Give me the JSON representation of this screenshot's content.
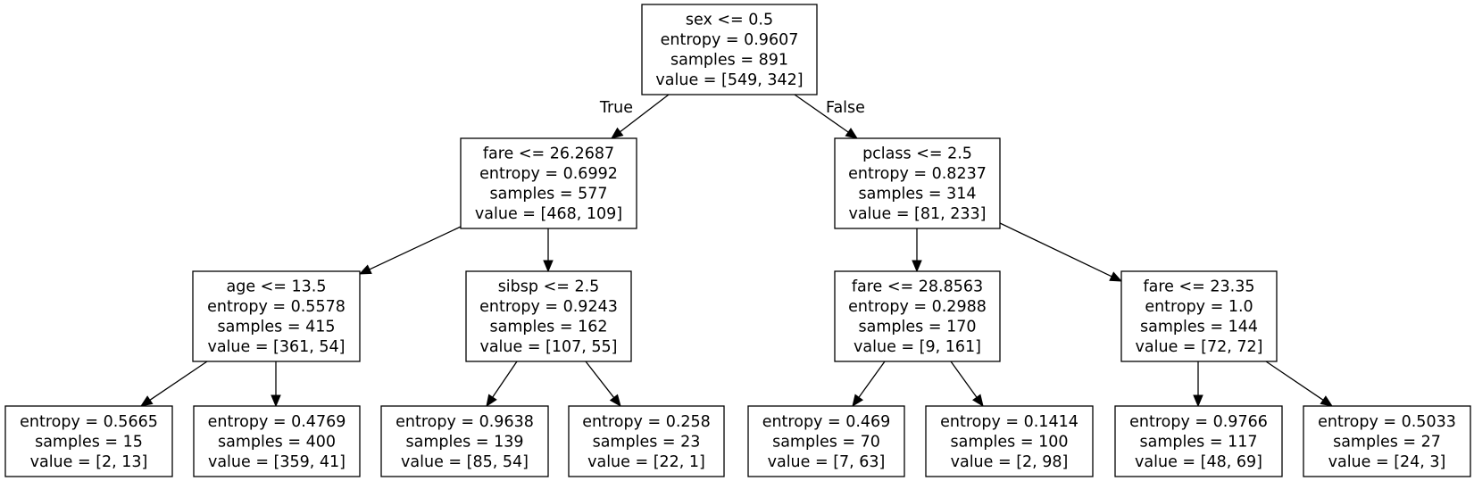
{
  "tree": {
    "nodes": [
      {
        "id": "n0",
        "lines": [
          "sex <= 0.5",
          "entropy = 0.9607",
          "samples = 891",
          "value = [549, 342]"
        ]
      },
      {
        "id": "n1",
        "lines": [
          "fare <= 26.2687",
          "entropy = 0.6992",
          "samples = 577",
          "value = [468, 109]"
        ]
      },
      {
        "id": "n2",
        "lines": [
          "pclass <= 2.5",
          "entropy = 0.8237",
          "samples = 314",
          "value = [81, 233]"
        ]
      },
      {
        "id": "n3",
        "lines": [
          "age <= 13.5",
          "entropy = 0.5578",
          "samples = 415",
          "value = [361, 54]"
        ]
      },
      {
        "id": "n4",
        "lines": [
          "sibsp <= 2.5",
          "entropy = 0.9243",
          "samples = 162",
          "value = [107, 55]"
        ]
      },
      {
        "id": "n5",
        "lines": [
          "fare <= 28.8563",
          "entropy = 0.2988",
          "samples = 170",
          "value = [9, 161]"
        ]
      },
      {
        "id": "n6",
        "lines": [
          "fare <= 23.35",
          "entropy = 1.0",
          "samples = 144",
          "value = [72, 72]"
        ]
      },
      {
        "id": "n7",
        "lines": [
          "entropy = 0.5665",
          "samples = 15",
          "value = [2, 13]"
        ]
      },
      {
        "id": "n8",
        "lines": [
          "entropy = 0.4769",
          "samples = 400",
          "value = [359, 41]"
        ]
      },
      {
        "id": "n9",
        "lines": [
          "entropy = 0.9638",
          "samples = 139",
          "value = [85, 54]"
        ]
      },
      {
        "id": "n10",
        "lines": [
          "entropy = 0.258",
          "samples = 23",
          "value = [22, 1]"
        ]
      },
      {
        "id": "n11",
        "lines": [
          "entropy = 0.469",
          "samples = 70",
          "value = [7, 63]"
        ]
      },
      {
        "id": "n12",
        "lines": [
          "entropy = 0.1414",
          "samples = 100",
          "value = [2, 98]"
        ]
      },
      {
        "id": "n13",
        "lines": [
          "entropy = 0.9766",
          "samples = 117",
          "value = [48, 69]"
        ]
      },
      {
        "id": "n14",
        "lines": [
          "entropy = 0.5033",
          "samples = 27",
          "value = [24, 3]"
        ]
      }
    ],
    "edges": [
      {
        "from": "n0",
        "to": "n1",
        "label": "True"
      },
      {
        "from": "n0",
        "to": "n2",
        "label": "False"
      },
      {
        "from": "n1",
        "to": "n3",
        "label": ""
      },
      {
        "from": "n1",
        "to": "n4",
        "label": ""
      },
      {
        "from": "n2",
        "to": "n5",
        "label": ""
      },
      {
        "from": "n2",
        "to": "n6",
        "label": ""
      },
      {
        "from": "n3",
        "to": "n7",
        "label": ""
      },
      {
        "from": "n3",
        "to": "n8",
        "label": ""
      },
      {
        "from": "n4",
        "to": "n9",
        "label": ""
      },
      {
        "from": "n4",
        "to": "n10",
        "label": ""
      },
      {
        "from": "n5",
        "to": "n11",
        "label": ""
      },
      {
        "from": "n5",
        "to": "n12",
        "label": ""
      },
      {
        "from": "n6",
        "to": "n13",
        "label": ""
      },
      {
        "from": "n6",
        "to": "n14",
        "label": ""
      }
    ]
  }
}
